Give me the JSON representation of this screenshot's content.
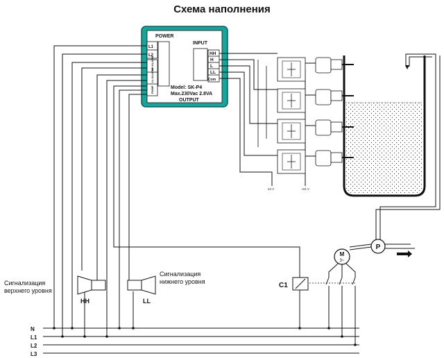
{
  "title": "Схема наполнения",
  "controller": {
    "power_label": "POWER",
    "input_label": "INPUT",
    "output_label": "OUTPUT",
    "model": "Model: SK-P4",
    "rating": "Max.230Vac 2.8VA",
    "power_terminals": [
      "L1",
      "L2"
    ],
    "input_terminals": [
      "HH",
      "H",
      "L",
      "LL",
      "Com"
    ],
    "output_terminals": [
      "HH ALARM",
      "LL ALARM",
      "PUMP"
    ]
  },
  "supply_labels": [
    "24 V",
    "+24 V"
  ],
  "phases": [
    "N",
    "L1",
    "L2",
    "L3"
  ],
  "alarms": {
    "high": {
      "text_line1": "Сигнализация",
      "text_line2": "верхнего уровня",
      "tag": "HH"
    },
    "low": {
      "text_line1": "Сигнализация",
      "text_line2": "нижнего уровня",
      "tag": "LL"
    }
  },
  "contactor_label": "C1",
  "motor": {
    "label": "M",
    "sub": "3~"
  },
  "pump_label": "P",
  "colors": {
    "line": "#111111",
    "controller_frame": "#1aa39a",
    "controller_panel": "#ffffff"
  }
}
